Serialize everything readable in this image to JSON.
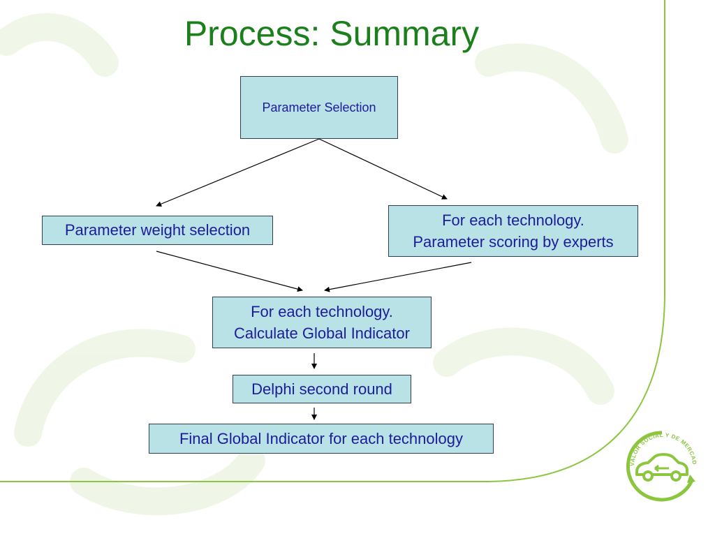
{
  "slide": {
    "title": "Process: Summary"
  },
  "flow": {
    "parameter_selection": "Parameter Selection",
    "parameter_weight_selection": "Parameter weight selection",
    "parameter_scoring": "For each technology.\nParameter scoring by experts",
    "calculate_global_indicator": "For each technology.\nCalculate Global Indicator",
    "delphi_second_round": "Delphi second round",
    "final_global_indicator": "Final Global Indicator for each technology"
  },
  "logo": {
    "text": "VALOR SOCIAL Y DE MERCADO",
    "icon": "car-recycle-icon"
  },
  "colors": {
    "title": "#1b7f1b",
    "box_fill": "#b9e2e6",
    "box_text": "#1c1c99",
    "accent_green": "#8cc63f"
  }
}
